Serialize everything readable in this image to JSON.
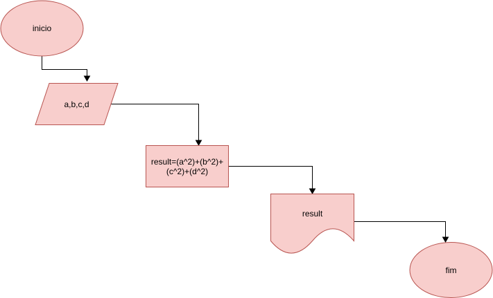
{
  "diagram": {
    "fill_color": "#f8cecc",
    "stroke_color": "#b85450",
    "edge_color": "#000000",
    "nodes": {
      "start": {
        "shape": "ellipse",
        "label": "inicio"
      },
      "input": {
        "shape": "parallelogram",
        "label": "a,b,c,d"
      },
      "process": {
        "shape": "rectangle",
        "label_line1": "result=(a^2)+(b^2)+",
        "label_line2": "(c^2)+(d^2)"
      },
      "output": {
        "shape": "document",
        "label": "result"
      },
      "end": {
        "shape": "ellipse",
        "label": "fim"
      }
    },
    "edges": [
      {
        "from": "inicio",
        "to": "a,b,c,d"
      },
      {
        "from": "a,b,c,d",
        "to": "result=(a^2)+(b^2)+(c^2)+(d^2)"
      },
      {
        "from": "result=(a^2)+(b^2)+(c^2)+(d^2)",
        "to": "result"
      },
      {
        "from": "result",
        "to": "fim"
      }
    ]
  }
}
